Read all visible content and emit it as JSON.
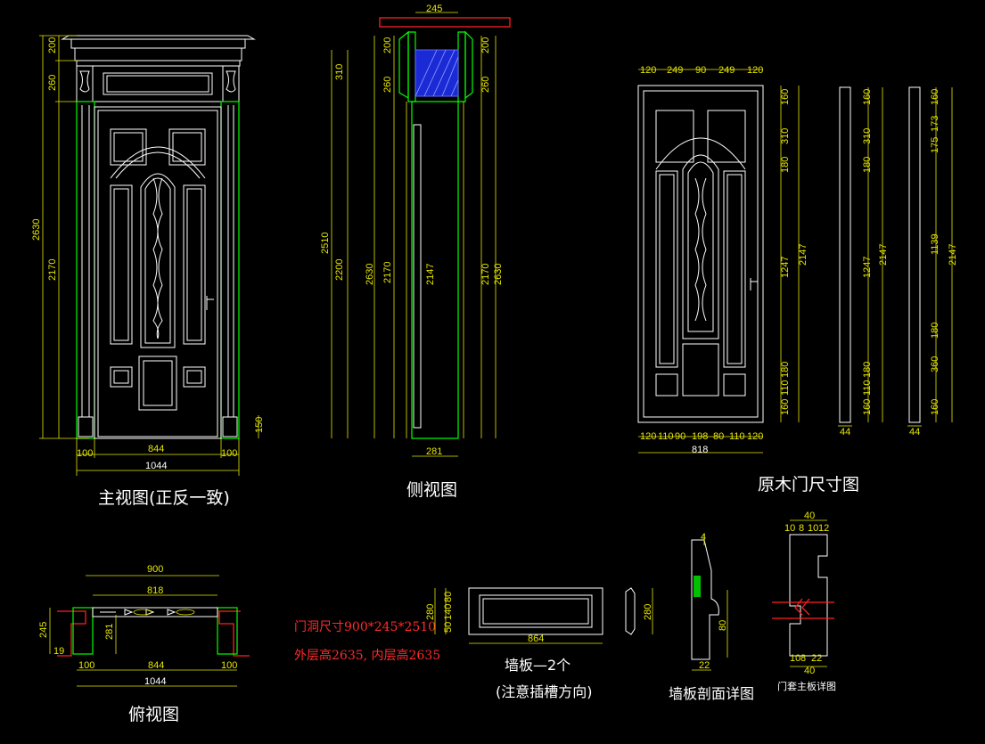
{
  "titles": {
    "front": "主视图(正反一致)",
    "side": "侧视图",
    "original": "原木门尺寸图",
    "top": "俯视图",
    "wall_panel": "墙板—2个",
    "wall_panel_note": "(注意插槽方向)",
    "panel_section": "墙板剖面详图",
    "frame_detail": "门套主板详图"
  },
  "notes": {
    "opening": "门洞尺寸900*245*2510",
    "heights": "外层高2635, 内层高2635"
  },
  "front_dims": {
    "h_total": "2630",
    "h_inner": "2170",
    "h_top": "200",
    "h_mid": "260",
    "w_inner": "844",
    "w_total": "1044",
    "w_left": "100",
    "w_right": "100",
    "base": "150"
  },
  "side_dims": {
    "top_width": "245",
    "left_h1": "200",
    "left_h2": "260",
    "right_h1": "200",
    "right_h2": "260",
    "h_310": "310",
    "h_2510": "2510",
    "h_2200": "2200",
    "h_2630": "2630",
    "h_2170": "2170",
    "h_2147": "2147",
    "r_2170": "2170",
    "r_2630": "2630",
    "bottom": "281"
  },
  "original_dims": {
    "top": [
      "120",
      "249",
      "90",
      "249",
      "120"
    ],
    "bottom": [
      "120",
      "110",
      "90",
      "198",
      "80",
      "110",
      "120"
    ],
    "w_total": "818",
    "right_col": [
      "160",
      "310",
      "180",
      "1247",
      "180",
      "110",
      "160"
    ],
    "total": "2147",
    "col2": [
      "160",
      "310",
      "180",
      "1247",
      "180",
      "110",
      "160"
    ],
    "col3": [
      "160",
      "175",
      "173",
      "1139",
      "180",
      "360",
      "160"
    ],
    "w44a": "44",
    "w44b": "44"
  },
  "top_dims": {
    "w900": "900",
    "w818": "818",
    "h245": "245",
    "d281": "281",
    "d19": "19",
    "w100a": "100",
    "w844": "844",
    "w100b": "100",
    "w1044": "1044"
  },
  "panel_dims": {
    "h280": "280",
    "h80": "80",
    "h140": "140",
    "h50": "50",
    "w864": "864",
    "r280": "280"
  },
  "section_dims": {
    "t": "4",
    "h80": "80",
    "w22": "22"
  },
  "frame_dims": {
    "w40": "40",
    "a": "10",
    "b": "8",
    "c": "10",
    "d": "12",
    "bw1": "10",
    "bw2": "8",
    "bw3": "22",
    "bw40": "40"
  }
}
